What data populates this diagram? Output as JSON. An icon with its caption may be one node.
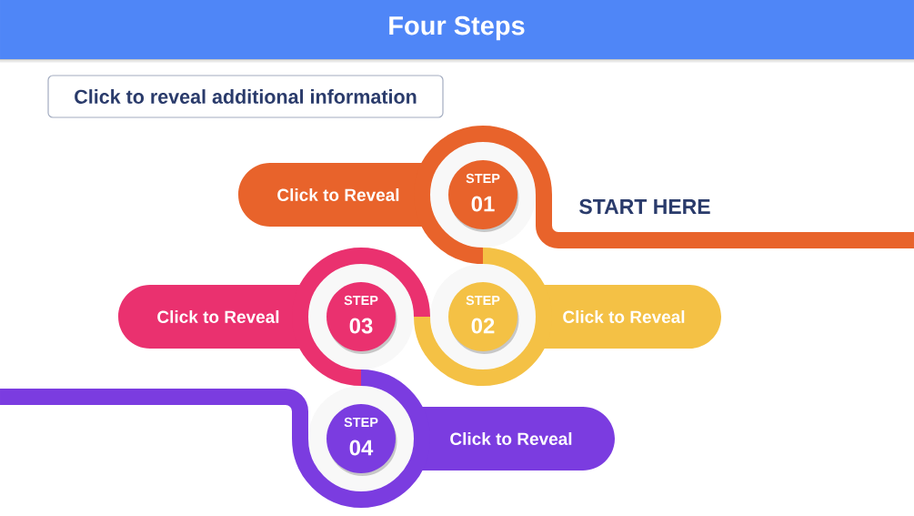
{
  "diagram": {
    "title": "Four Steps",
    "nodes": [
      {
        "text": [
          "Click to reveal additional information"
        ]
      },
      {
        "text": [
          "STEP",
          "01",
          "Click to Reveal"
        ]
      },
      {
        "text": [
          "STEP",
          "02",
          "Click to Reveal"
        ]
      },
      {
        "text": [
          "STEP",
          "03",
          "Click to Reveal"
        ]
      },
      {
        "text": [
          "STEP",
          "04",
          "Click to Reveal"
        ]
      }
    ],
    "edges": [
      {
        "from": null,
        "to": 1,
        "arrow": "none",
        "color": "#e8632b"
      },
      {
        "from": 1,
        "to": 2,
        "arrow": "none",
        "color": "#e8632b"
      },
      {
        "from": 2,
        "to": 3,
        "arrow": "none",
        "color": "#f4c145"
      },
      {
        "from": 3,
        "to": 4,
        "arrow": "none",
        "color": "#ea316f"
      },
      {
        "from": 4,
        "to": null,
        "arrow": "none",
        "color": "#7b3ce0"
      }
    ],
    "labels": [
      "START HERE"
    ]
  }
}
